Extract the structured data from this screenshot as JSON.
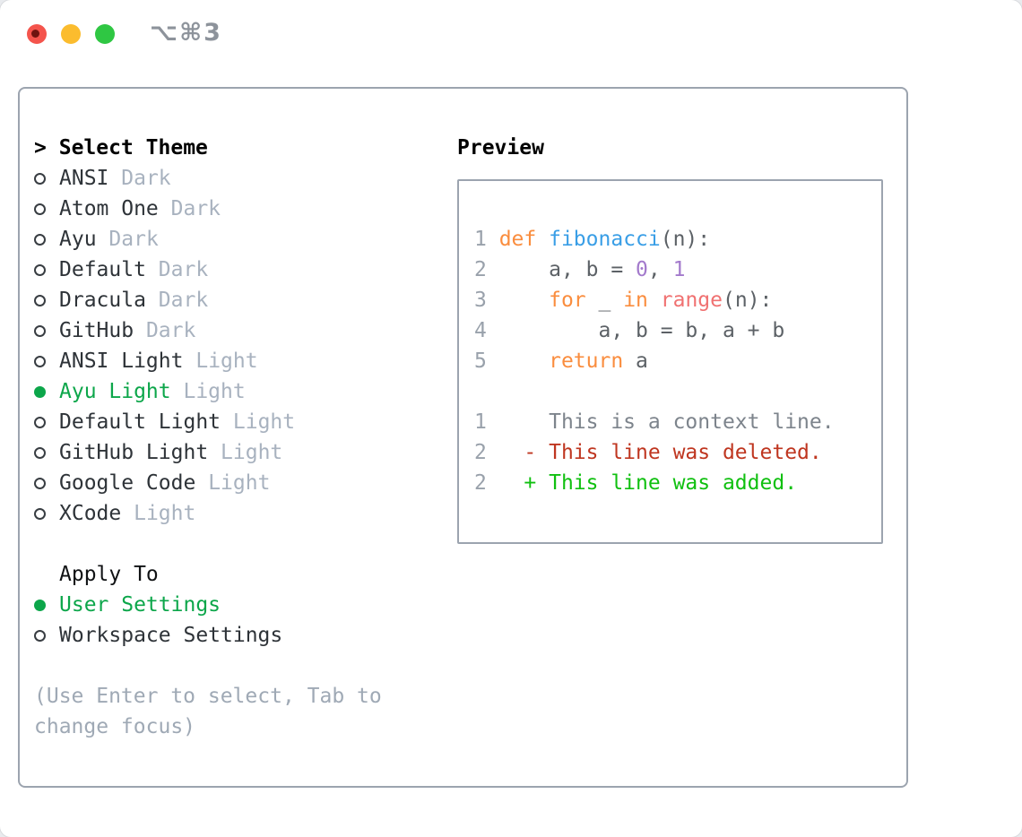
{
  "window": {
    "shortcut": "⌥⌘3",
    "traffic_lights": [
      {
        "name": "close"
      },
      {
        "name": "minimize"
      },
      {
        "name": "zoom"
      }
    ]
  },
  "theme_panel": {
    "header_prefix": ">",
    "header": "Select Theme",
    "themes": [
      {
        "name": "ANSI",
        "variant": "Dark",
        "selected": false
      },
      {
        "name": "Atom One",
        "variant": "Dark",
        "selected": false
      },
      {
        "name": "Ayu",
        "variant": "Dark",
        "selected": false
      },
      {
        "name": "Default",
        "variant": "Dark",
        "selected": false
      },
      {
        "name": "Dracula",
        "variant": "Dark",
        "selected": false
      },
      {
        "name": "GitHub",
        "variant": "Dark",
        "selected": false
      },
      {
        "name": "ANSI Light",
        "variant": "Light",
        "selected": false
      },
      {
        "name": "Ayu Light",
        "variant": "Light",
        "selected": true
      },
      {
        "name": "Default Light",
        "variant": "Light",
        "selected": false
      },
      {
        "name": "GitHub Light",
        "variant": "Light",
        "selected": false
      },
      {
        "name": "Google Code",
        "variant": "Light",
        "selected": false
      },
      {
        "name": "XCode",
        "variant": "Light",
        "selected": false
      }
    ]
  },
  "apply_panel": {
    "header": "Apply To",
    "options": [
      {
        "label": "User Settings",
        "selected": true
      },
      {
        "label": "Workspace Settings",
        "selected": false
      }
    ]
  },
  "footer": {
    "lines": [
      "(Use Enter to select, Tab to",
      "change focus)"
    ]
  },
  "preview": {
    "header": "Preview",
    "code_lines": [
      {
        "num": "1",
        "tokens": [
          {
            "t": "def",
            "s": "keyword"
          },
          {
            "t": " ",
            "s": "plain"
          },
          {
            "t": "fibonacci",
            "s": "function"
          },
          {
            "t": "(n):",
            "s": "plain"
          }
        ]
      },
      {
        "num": "2",
        "tokens": [
          {
            "t": "    a, b = ",
            "s": "plain"
          },
          {
            "t": "0",
            "s": "number"
          },
          {
            "t": ", ",
            "s": "plain"
          },
          {
            "t": "1",
            "s": "number"
          }
        ]
      },
      {
        "num": "3",
        "tokens": [
          {
            "t": "    ",
            "s": "plain"
          },
          {
            "t": "for",
            "s": "keyword"
          },
          {
            "t": " _ ",
            "s": "plain"
          },
          {
            "t": "in",
            "s": "keyword"
          },
          {
            "t": " ",
            "s": "plain"
          },
          {
            "t": "range",
            "s": "builtin"
          },
          {
            "t": "(n):",
            "s": "plain"
          }
        ]
      },
      {
        "num": "4",
        "tokens": [
          {
            "t": "        a, b = b, a + b",
            "s": "plain"
          }
        ]
      },
      {
        "num": "5",
        "tokens": [
          {
            "t": "    ",
            "s": "plain"
          },
          {
            "t": "return",
            "s": "keyword"
          },
          {
            "t": " a",
            "s": "plain"
          }
        ]
      },
      {
        "num": "",
        "tokens": []
      },
      {
        "num": "1",
        "tokens": [
          {
            "t": "    This is a context line.",
            "s": "context"
          }
        ]
      },
      {
        "num": "2",
        "tokens": [
          {
            "t": "  - This line was deleted.",
            "s": "deleted"
          }
        ]
      },
      {
        "num": "2",
        "tokens": [
          {
            "t": "  + This line was added.",
            "s": "added"
          }
        ]
      }
    ]
  },
  "colors": {
    "accent_green": "#0ca64a",
    "added_green": "#10c010",
    "deleted_red": "#bf3620",
    "keyword_orange": "#fa8d3e",
    "function_blue": "#399ee6",
    "builtin_coral": "#f07171",
    "number_purple": "#a37acc",
    "code_text": "#5c6166",
    "context_gray": "#7d848c",
    "line_number_gray": "#99a1ab",
    "muted_gray": "#a8b2bf",
    "footer_gray": "#9fa9b5",
    "border_gray": "#9ca4af",
    "traffic_red": "#f4544c",
    "traffic_yellow": "#fbbc2e",
    "traffic_green": "#2fc743"
  }
}
